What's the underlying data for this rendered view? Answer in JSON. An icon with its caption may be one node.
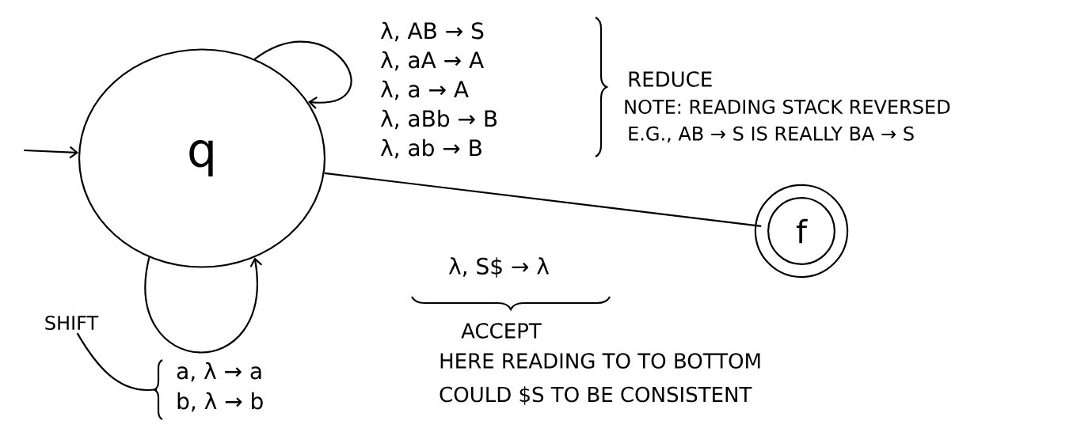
{
  "diagram": {
    "nodes": [
      {
        "text": [
          "q"
        ]
      },
      {
        "text": [
          "f"
        ]
      },
      {
        "text": [
          "SHIFT"
        ]
      }
    ],
    "edges": [
      {
        "from": null,
        "to": 0,
        "arrow": "to"
      },
      {
        "from": 0,
        "to": 0,
        "arrow": "to"
      },
      {
        "from": 0,
        "to": 0,
        "arrow": "to"
      },
      {
        "from": 0,
        "to": 1,
        "arrow": "none",
        "label": "λ, S$ → λ"
      },
      {
        "from": 2,
        "to": null,
        "arrow": "none"
      }
    ],
    "labels": [
      "λ, AB → S",
      "λ, aA → A",
      "λ, a → A",
      "λ, aBb → B",
      "λ, ab → B",
      "REDUCE",
      "NOTE: READING STACK REVERSED",
      "E.G., AB → S IS REALLY BA → S",
      "ACCEPT",
      "HERE READING TO TO BOTTOM",
      "COULD $S TO BE CONSISTENT",
      "a, λ → a",
      "b, λ → b"
    ]
  }
}
